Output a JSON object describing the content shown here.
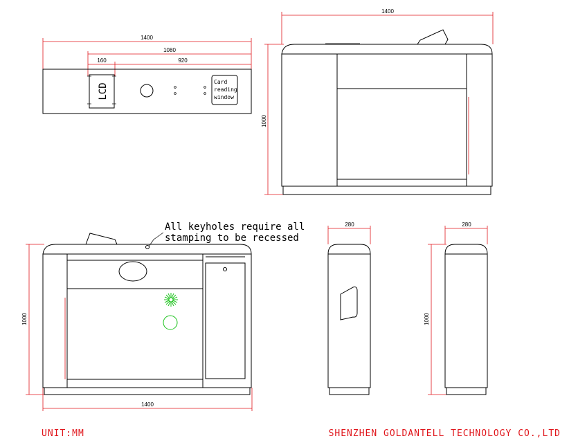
{
  "top_view": {
    "overall_width": "1400",
    "inner_width": "1080",
    "lcd_width": "160",
    "right_width": "920",
    "lcd_label": "LCD",
    "card_label_lines": [
      "Card",
      "reading",
      "window"
    ]
  },
  "front_view": {
    "width": "1400",
    "height": "1000"
  },
  "rear_view": {
    "width": "1400",
    "height": "1000",
    "note_lines": [
      "All keyholes require all",
      "stamping to be recessed"
    ]
  },
  "side_view_left": {
    "depth": "280",
    "height": "1000"
  },
  "side_view_right": {
    "depth": "280"
  },
  "footer": {
    "unit": "UNIT:MM",
    "company": "SHENZHEN GOLDANTELL TECHNOLOGY CO.,LTD"
  },
  "colors": {
    "dimension": "#e0161c",
    "outline": "#000000",
    "sensor": "#1ec31e"
  }
}
